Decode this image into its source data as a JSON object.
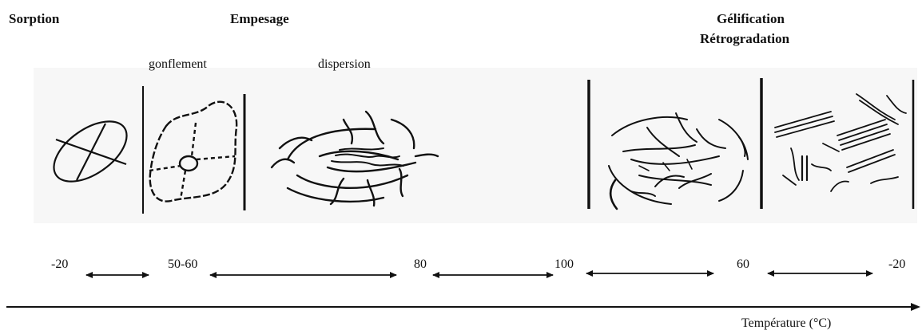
{
  "headings": {
    "sorption": "Sorption",
    "empesage": "Empesage",
    "gelification": "Gélification",
    "retrogradation": "Rétrogradation"
  },
  "sublabels": {
    "gonflement": "gonflement",
    "dispersion": "dispersion"
  },
  "temperatures": [
    "-20",
    "50-60",
    "80",
    "100",
    "60",
    "-20"
  ],
  "axis_label": "Température (°C)"
}
